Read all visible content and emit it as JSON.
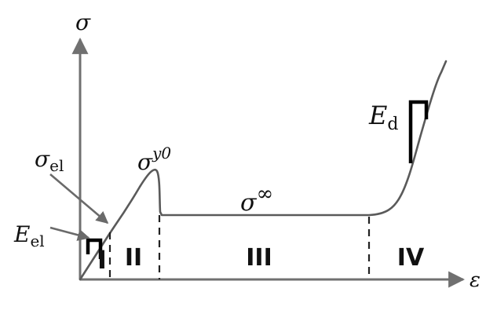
{
  "axes": {
    "y_label": "σ",
    "x_label": "ε"
  },
  "labels": {
    "sigma_el": {
      "base": "σ",
      "sub": "el"
    },
    "E_el": {
      "base": "E",
      "sub": "el"
    },
    "sigma_y0": {
      "base": "σ",
      "sup": "y0"
    },
    "sigma_inf": {
      "base": "σ",
      "sup": "∞"
    },
    "E_d": {
      "base": "E",
      "sub": "d"
    }
  },
  "regions": [
    "I",
    "II",
    "III",
    "IV"
  ]
}
